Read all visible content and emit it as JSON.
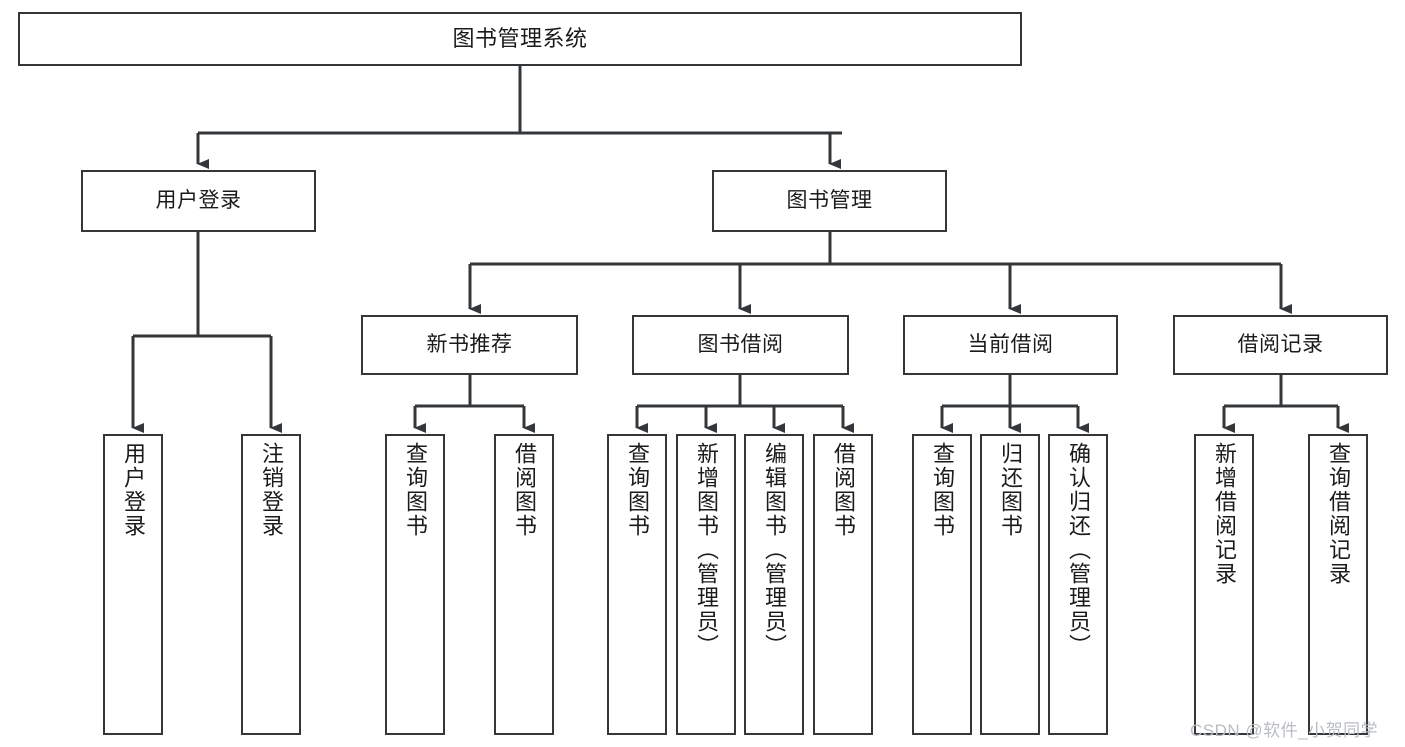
{
  "diagram": {
    "title": "图书管理系统",
    "type": "功能结构图",
    "stroke_color": "#33373a",
    "fill_color": "#ffffff",
    "text_color": "#1b1b1b",
    "background": "#ffffff"
  },
  "nodes": {
    "root": {
      "label": "图书管理系统",
      "level": 0
    },
    "level1": [
      {
        "id": "user-login",
        "label": "用户登录"
      },
      {
        "id": "book-manage",
        "label": "图书管理"
      }
    ],
    "level2": [
      {
        "id": "new-book-recommend",
        "label": "新书推荐",
        "parent": "book-manage"
      },
      {
        "id": "book-borrow",
        "label": "图书借阅",
        "parent": "book-manage"
      },
      {
        "id": "current-borrow",
        "label": "当前借阅",
        "parent": "book-manage"
      },
      {
        "id": "borrow-record",
        "label": "借阅记录",
        "parent": "book-manage"
      }
    ],
    "leaves": [
      {
        "id": "leaf-user-login",
        "label": "用户登录",
        "parent": "user-login"
      },
      {
        "id": "leaf-logout-login",
        "label": "注销登录",
        "parent": "user-login"
      },
      {
        "id": "leaf-query-book-1",
        "label": "查询图书",
        "parent": "new-book-recommend"
      },
      {
        "id": "leaf-borrow-book-1",
        "label": "借阅图书",
        "parent": "new-book-recommend"
      },
      {
        "id": "leaf-query-book-2",
        "label": "查询图书",
        "parent": "book-borrow"
      },
      {
        "id": "leaf-add-book",
        "label": "新增图书（管理员）",
        "parent": "book-borrow"
      },
      {
        "id": "leaf-edit-book",
        "label": "编辑图书（管理员）",
        "parent": "book-borrow"
      },
      {
        "id": "leaf-borrow-book-2",
        "label": "借阅图书",
        "parent": "book-borrow"
      },
      {
        "id": "leaf-query-book-3",
        "label": "查询图书",
        "parent": "current-borrow"
      },
      {
        "id": "leaf-return-book",
        "label": "归还图书",
        "parent": "current-borrow"
      },
      {
        "id": "leaf-confirm-return",
        "label": "确认归还（管理员）",
        "parent": "current-borrow"
      },
      {
        "id": "leaf-add-record",
        "label": "新增借阅记录",
        "parent": "borrow-record"
      },
      {
        "id": "leaf-query-record",
        "label": "查询借阅记录",
        "parent": "borrow-record"
      }
    ]
  },
  "watermark": {
    "text": "CSDN @软件_小贺同学"
  }
}
